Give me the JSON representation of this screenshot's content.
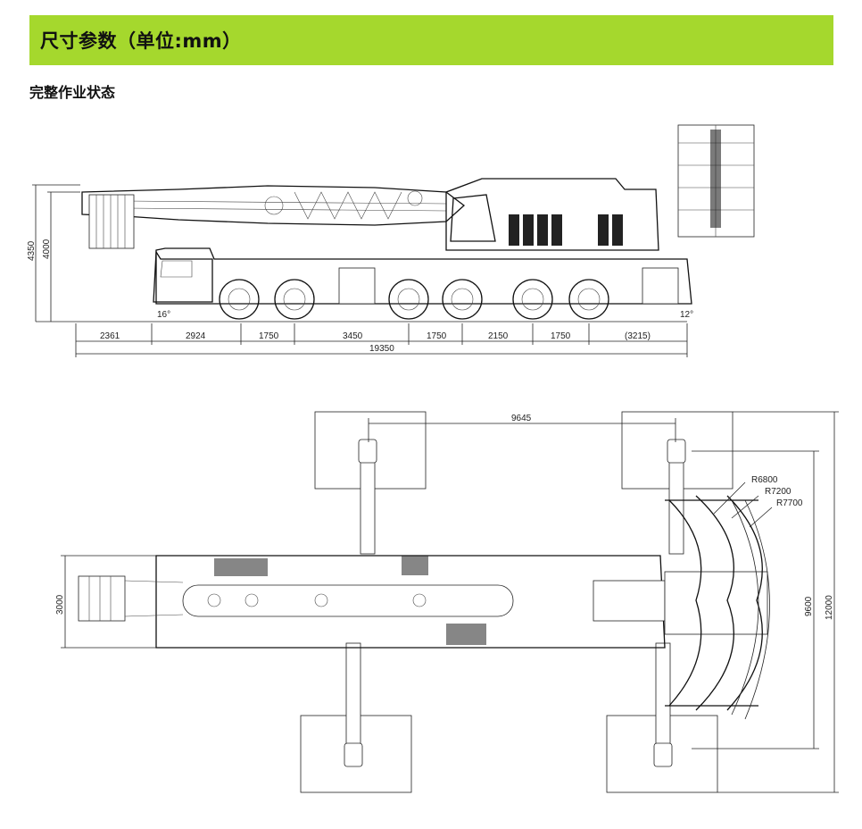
{
  "header": {
    "title": "尺寸参数（单位:mm）"
  },
  "section": {
    "subtitle": "完整作业状态"
  },
  "side_view": {
    "height_labels": [
      "4350",
      "4000"
    ],
    "angle_labels": [
      "16°",
      "12°"
    ],
    "segments": [
      "2361",
      "2924",
      "1750",
      "3450",
      "1750",
      "2150",
      "1750",
      "(3215)"
    ],
    "total_length": "19350"
  },
  "top_view": {
    "outrigger_span": "9645",
    "width": "3000",
    "outrigger_width": "9600",
    "total_width": "12000",
    "radii": [
      "R6800",
      "R7200",
      "R7700"
    ]
  }
}
